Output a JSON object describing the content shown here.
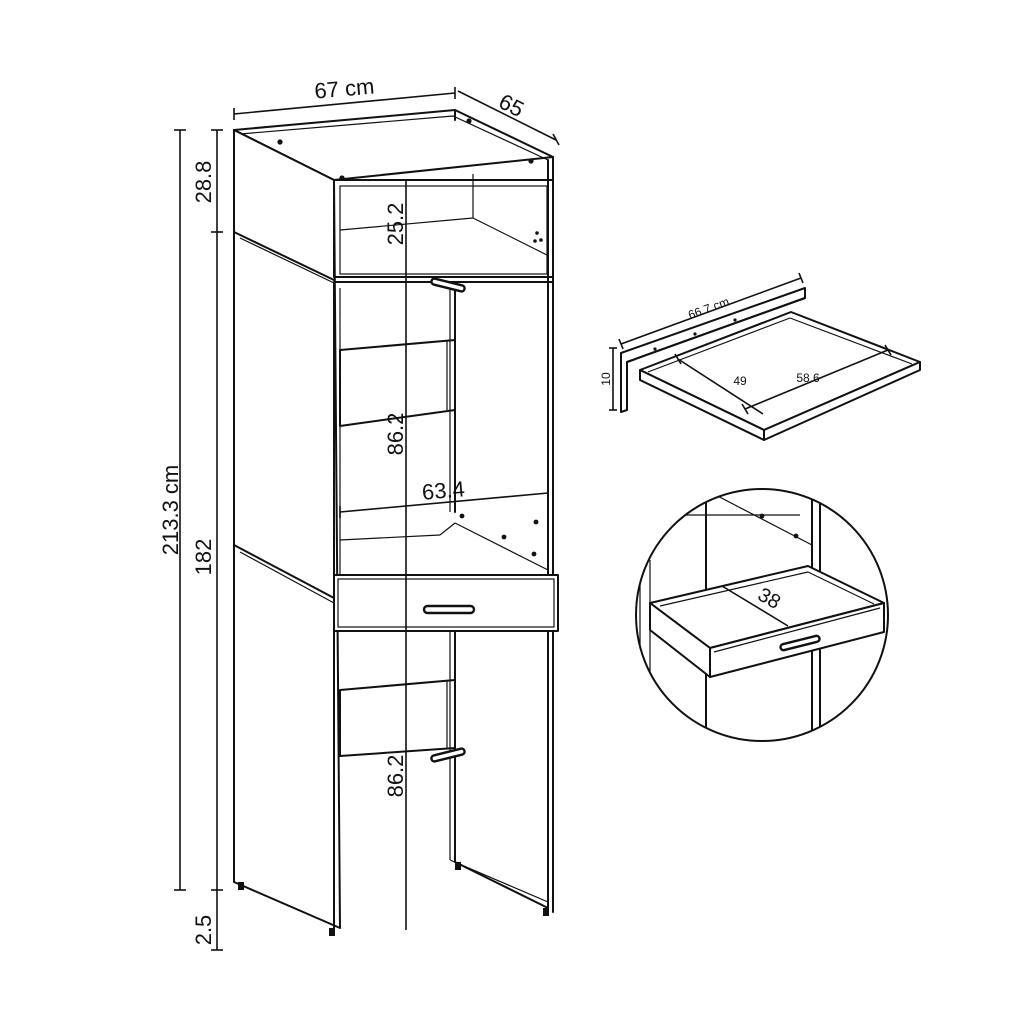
{
  "dimensions": {
    "width": "67 cm",
    "depth": "65",
    "total_height": "213.3 cm",
    "top_section": "28.8",
    "body_height": "182",
    "legs": "2.5",
    "niche_height": "25.2",
    "upper_door_height": "86.2",
    "inner_width": "63.4",
    "lower_door_height": "86.2"
  },
  "shelf_detail": {
    "width": "66.7 cm",
    "height": "10",
    "inner_depth": "49",
    "inner_depth_full": "58.6"
  },
  "drawer_detail": {
    "depth": "38"
  }
}
